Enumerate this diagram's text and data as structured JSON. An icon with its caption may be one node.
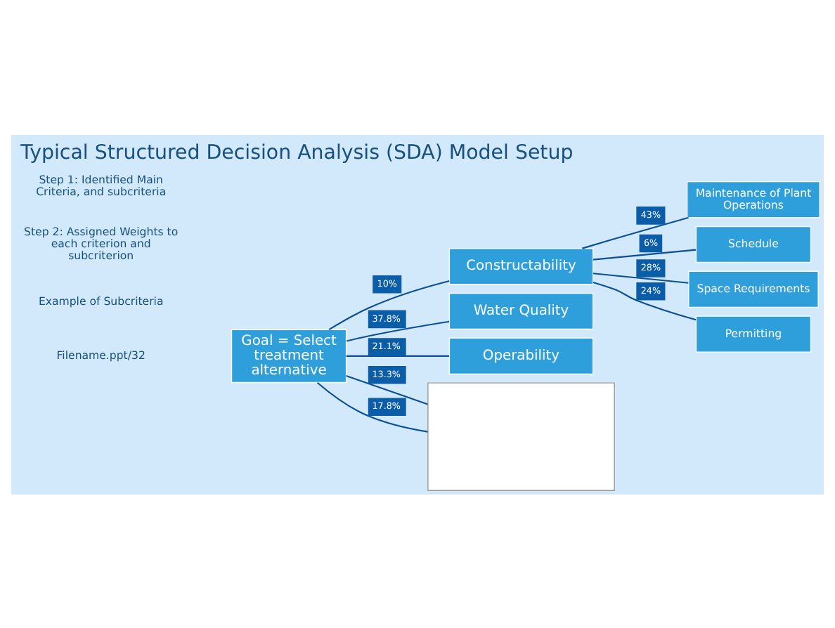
{
  "diagram": {
    "title": "Typical Structured Decision Analysis (SDA) Model Setup",
    "nodes": [
      {
        "text": [
          "Goal = Select treatment alternative"
        ]
      },
      {
        "text": [
          "Constructability"
        ]
      },
      {
        "text": [
          "Water Quality"
        ]
      },
      {
        "text": [
          "Operability"
        ]
      },
      {
        "text": [],
        "shape": "box"
      },
      {
        "text": [
          "Maintenance of Plant Operations"
        ]
      },
      {
        "text": [
          "Schedule"
        ]
      },
      {
        "text": [
          "Space Requirements"
        ]
      },
      {
        "text": [
          "Permitting"
        ]
      }
    ],
    "edges": [
      {
        "from": 0,
        "to": 1,
        "arrow": "none",
        "label": "10%"
      },
      {
        "from": 0,
        "to": 2,
        "arrow": "none",
        "label": "37.8%"
      },
      {
        "from": 0,
        "to": 3,
        "arrow": "none",
        "label": "21.1%"
      },
      {
        "from": 0,
        "to": 4,
        "arrow": "none",
        "label": "13.3%"
      },
      {
        "from": 0,
        "to": 4,
        "arrow": "none",
        "label": "17.8%"
      },
      {
        "from": 1,
        "to": 5,
        "arrow": "none",
        "label": "43%"
      },
      {
        "from": 1,
        "to": 6,
        "arrow": "none",
        "label": "6%"
      },
      {
        "from": 1,
        "to": 7,
        "arrow": "none",
        "label": "28%"
      },
      {
        "from": 1,
        "to": 8,
        "arrow": "none",
        "label": "24%"
      }
    ],
    "labels": [
      "Step 1: Identified Main Criteria, and subcriteria",
      "Step 2: Assigned Weights to each criterion and subcriterion",
      "Example of Subcriteria",
      "Filename.ppt/32"
    ]
  }
}
